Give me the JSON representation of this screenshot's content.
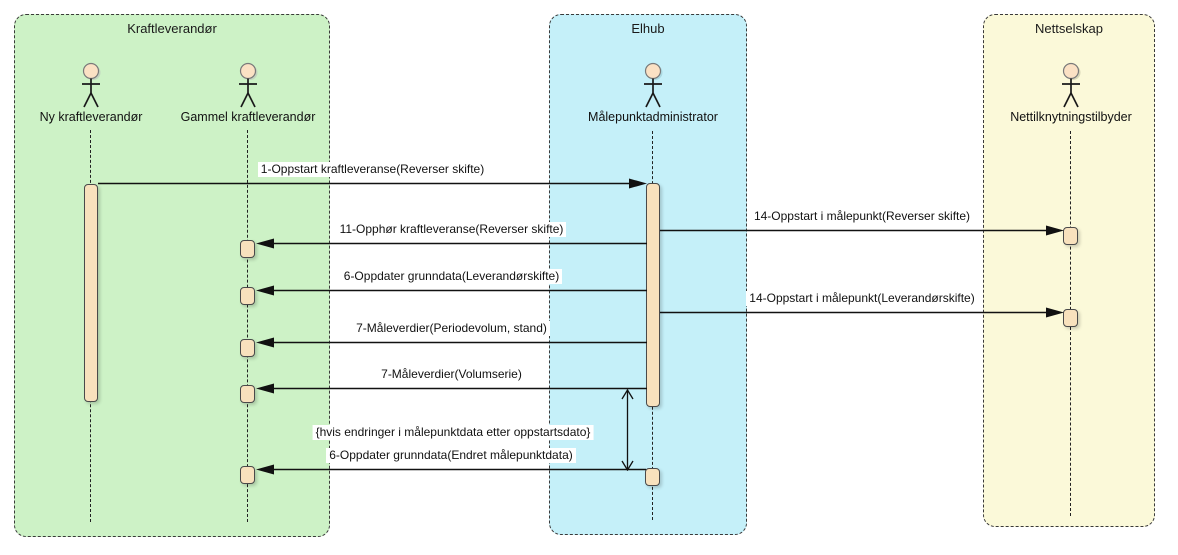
{
  "diagram": {
    "type": "uml-sequence-diagram",
    "zones": [
      {
        "id": "kraftleverandor",
        "title": "Kraftleverandør",
        "color": "#cdf2c6"
      },
      {
        "id": "elhub",
        "title": "Elhub",
        "color": "#c5f0f9"
      },
      {
        "id": "nettselskap",
        "title": "Nettselskap",
        "color": "#fbf9d9"
      }
    ],
    "actors": [
      {
        "id": "ny-kraftleverandor",
        "label": "Ny kraftleverandør",
        "zone": "Kraftleverandør"
      },
      {
        "id": "gammel-kraftleverandor",
        "label": "Gammel kraftleverandør",
        "zone": "Kraftleverandør"
      },
      {
        "id": "malepunktadministrator",
        "label": "Målepunktadministrator",
        "zone": "Elhub"
      },
      {
        "id": "nettilknytningstilbyder",
        "label": "Nettilknytningstilbyder",
        "zone": "Nettselskap"
      }
    ],
    "messages": [
      {
        "label": "1-Oppstart kraftleveranse(Reverser skifte)",
        "from": "Ny kraftleverandør",
        "to": "Målepunktadministrator",
        "direction": "right"
      },
      {
        "label": "14-Oppstart i målepunkt(Reverser skifte)",
        "from": "Målepunktadministrator",
        "to": "Nettilknytningstilbyder",
        "direction": "right"
      },
      {
        "label": "11-Opphør kraftleveranse(Reverser skifte)",
        "from": "Målepunktadministrator",
        "to": "Gammel kraftleverandør",
        "direction": "left"
      },
      {
        "label": "6-Oppdater grunndata(Leverandørskifte)",
        "from": "Målepunktadministrator",
        "to": "Gammel kraftleverandør",
        "direction": "left"
      },
      {
        "label": "14-Oppstart i målepunkt(Leverandørskifte)",
        "from": "Målepunktadministrator",
        "to": "Nettilknytningstilbyder",
        "direction": "right"
      },
      {
        "label": "7-Måleverdier(Periodevolum, stand)",
        "from": "Målepunktadministrator",
        "to": "Gammel kraftleverandør",
        "direction": "left"
      },
      {
        "label": "7-Måleverdier(Volumserie)",
        "from": "Målepunktadministrator",
        "to": "Gammel kraftleverandør",
        "direction": "left"
      },
      {
        "label": "6-Oppdater grunndata(Endret målepunktdata)",
        "from": "Målepunktadministrator",
        "to": "Gammel kraftleverandør",
        "direction": "left"
      }
    ],
    "condition_note": "{hvis endringer i målepunktdata etter oppstartsdato}",
    "colors": {
      "zone_green": "#cdf2c6",
      "zone_cyan": "#c5f0f9",
      "zone_yellow": "#fbf9d9",
      "activation_fill": "#f8e1bd",
      "actor_head_fill": "#fbe1c4",
      "arrow": "#111111",
      "background": "#ffffff"
    }
  }
}
